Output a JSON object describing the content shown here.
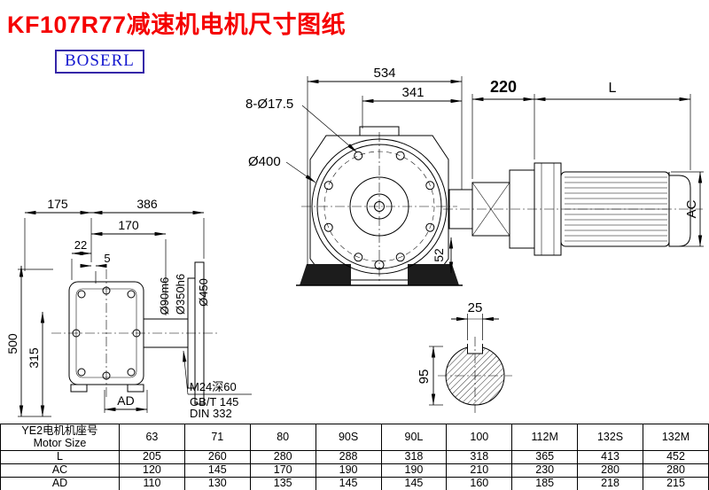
{
  "page": {
    "title": "KF107R77减速机电机尺寸图纸",
    "brand": "BOSERL"
  },
  "front_view": {
    "overall_width": "534",
    "partial_width": "341",
    "bolt_holes": "8-Ø17.5",
    "flange_diameter": "Ø400",
    "foot_dim": "52"
  },
  "motor_view": {
    "adapter_length": "220",
    "motor_length": "L",
    "motor_diameter": "AC"
  },
  "side_view": {
    "dim_175": "175",
    "dim_386": "386",
    "dim_170": "170",
    "dim_22": "22",
    "dim_5": "5",
    "dim_500": "500",
    "dim_315": "315",
    "shaft_diameter": "Ø90m6",
    "spigot_diameter": "Ø350h6",
    "flange_outer_diameter": "Ø450",
    "dim_AD": "AD",
    "center_hole_note": "M24深60",
    "standard_note_1": "GB/T 145",
    "standard_note_2": "DIN 332"
  },
  "shaft_section": {
    "key_width": "25",
    "shaft_height": "95"
  },
  "table": {
    "header_cn": "YE2电机机座号",
    "header_en": "Motor Size",
    "sizes": [
      "63",
      "71",
      "80",
      "90S",
      "90L",
      "100",
      "112M",
      "132S",
      "132M"
    ],
    "rows": [
      {
        "label": "L",
        "values": [
          "205",
          "260",
          "280",
          "288",
          "318",
          "318",
          "365",
          "413",
          "452"
        ]
      },
      {
        "label": "AC",
        "values": [
          "120",
          "145",
          "170",
          "190",
          "190",
          "210",
          "230",
          "280",
          "280"
        ]
      },
      {
        "label": "AD",
        "values": [
          "110",
          "130",
          "135",
          "145",
          "145",
          "160",
          "185",
          "218",
          "215"
        ]
      }
    ]
  }
}
